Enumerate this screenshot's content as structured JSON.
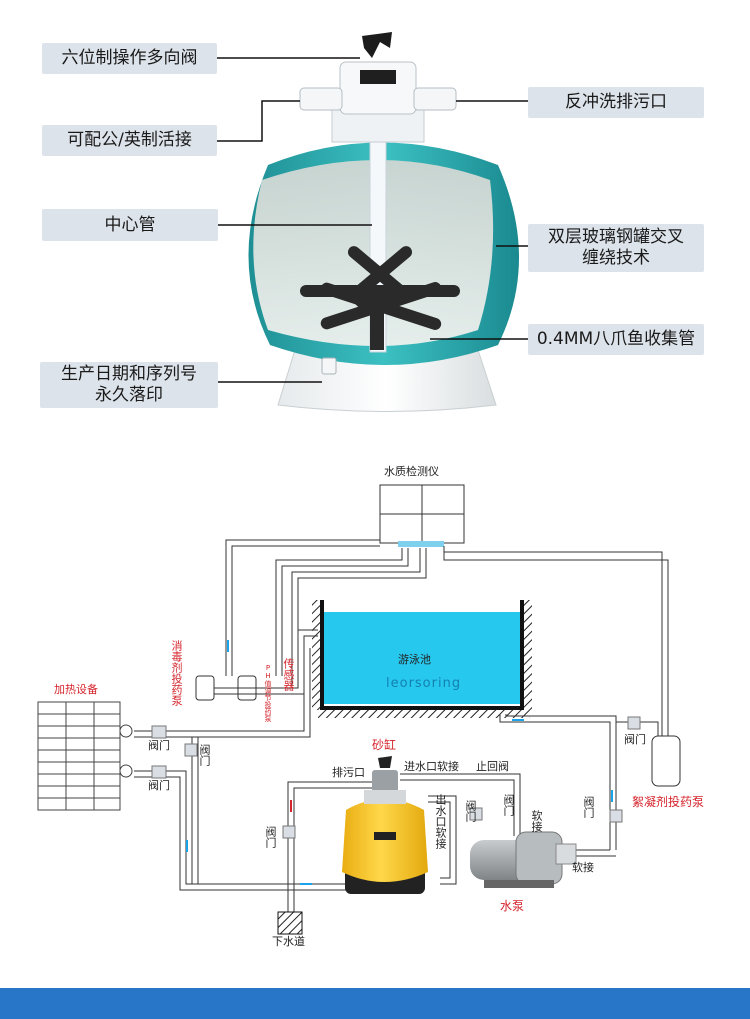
{
  "top_callouts": {
    "valve": "六位制操作多向阀",
    "backwash": "反冲洗排污口",
    "fitting": "可配公/英制活接",
    "center_pipe": "中心管",
    "tank_line1": "双层玻璃钢罐交叉",
    "tank_line2": "缠绕技术",
    "lateral": "0.4MM八爪鱼收集管",
    "date_line1": "生产日期和序列号",
    "date_line2": "永久落印"
  },
  "diagram": {
    "water_tester": "水质检测仪",
    "pool": "游泳池",
    "pool_watermark": "leorsoring",
    "heater": "加热设备",
    "disinfectant_pump": "消毒剂投药泵",
    "ph_pump": "PH值调节投药泵",
    "sensor": "传感器",
    "sand_filter": "砂缸",
    "drain_port": "排污口",
    "inlet_flex": "进水口软接",
    "check_valve": "止回阀",
    "outlet_flex": "出水口软接",
    "valve": "阀门",
    "flex": "软接",
    "pump": "水泵",
    "flocculant_pump": "絮凝剂投药泵",
    "sewer": "下水道"
  },
  "colors": {
    "pool_water": "#27c8ee",
    "filter_yellow": "#f6c623",
    "tank_teal": "#2aa8a8",
    "footer": "#2876c8",
    "label_red": "#d4232b"
  }
}
